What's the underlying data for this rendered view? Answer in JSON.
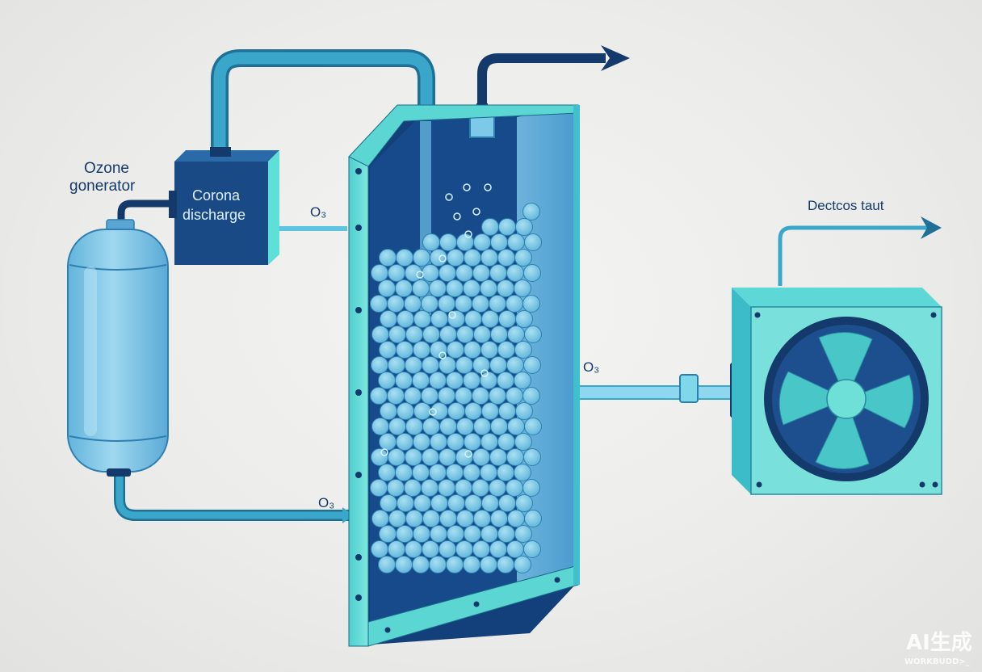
{
  "diagram": {
    "labels": {
      "ozone_generator_line1": "Ozone",
      "ozone_generator_line2": "gonerator",
      "corona_line1": "Corona",
      "corona_line2": "discharge",
      "o3_top": "O₃",
      "o3_middle": "O₃",
      "o3_bottom": "O₃",
      "exhaust": "Dectcos taut"
    },
    "watermark": {
      "main": "AI生成",
      "sub": "WORKBUDD>_"
    },
    "colors": {
      "pipe": "#3aa6c9",
      "pipe_dark": "#1f6f96",
      "navy": "#143a6b",
      "column_frame": "#6fe0d8",
      "column_inside": "#1d4f8f",
      "beads": "#7fc8e4",
      "tank": "#8fd0ec",
      "fan_housing": "#79e0dc",
      "fan_blades": "#48c6c8"
    }
  }
}
